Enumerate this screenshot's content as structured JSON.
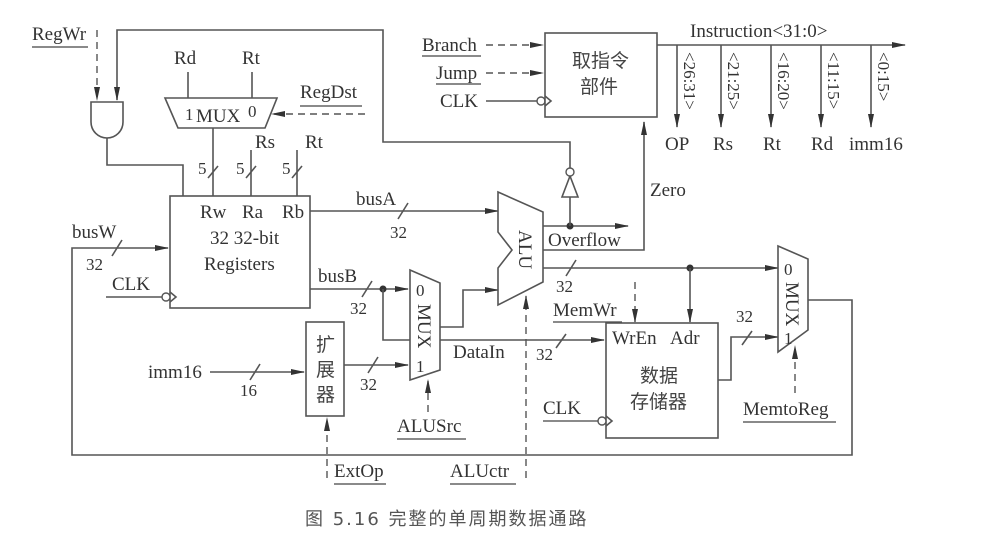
{
  "caption": "图 5.16   完整的单周期数据通路",
  "control_signals": {
    "regwr": "RegWr",
    "regdst": "RegDst",
    "branch": "Branch",
    "jump": "Jump",
    "memwr": "MemWr",
    "memtoreg": "MemtoReg",
    "alusrc": "ALUSrc",
    "extop": "ExtOp",
    "aluctr": "ALUctr"
  },
  "clock": "CLK",
  "fetch_unit": {
    "line1": "取指令",
    "line2": "部件"
  },
  "instruction_bus": {
    "label": "Instruction<31:0>",
    "fields": [
      {
        "bits": "<26:31>",
        "name": "OP"
      },
      {
        "bits": "<21:25>",
        "name": "Rs"
      },
      {
        "bits": "<16:20>",
        "name": "Rt"
      },
      {
        "bits": "<11:15>",
        "name": "Rd"
      },
      {
        "bits": "<0:15>",
        "name": "imm16"
      }
    ]
  },
  "regdst_mux": {
    "label": "MUX",
    "in1": "1",
    "in0": "0",
    "top_left": "Rd",
    "top_right": "Rt"
  },
  "register_file": {
    "port_rw": "Rw",
    "port_ra": "Ra",
    "port_rb": "Rb",
    "line1": "32 32-bit",
    "line2": "Registers",
    "in_rs": "Rs",
    "in_rt": "Rt",
    "width_5": "5"
  },
  "buses": {
    "busA": "busA",
    "busB": "busB",
    "busW": "busW",
    "w32": "32",
    "w16": "16",
    "imm16": "imm16",
    "datain": "DataIn"
  },
  "extender": {
    "c1": "扩",
    "c2": "展",
    "c3": "器"
  },
  "alusrc_mux": {
    "label": "MUX",
    "in0": "0",
    "in1": "1"
  },
  "alu": {
    "label": "ALU",
    "zero": "Zero",
    "overflow": "Overflow"
  },
  "data_memory": {
    "wren": "WrEn",
    "adr": "Adr",
    "line1": "数据",
    "line2": "存储器"
  },
  "memtoreg_mux": {
    "label": "MUX",
    "in0": "0",
    "in1": "1"
  }
}
